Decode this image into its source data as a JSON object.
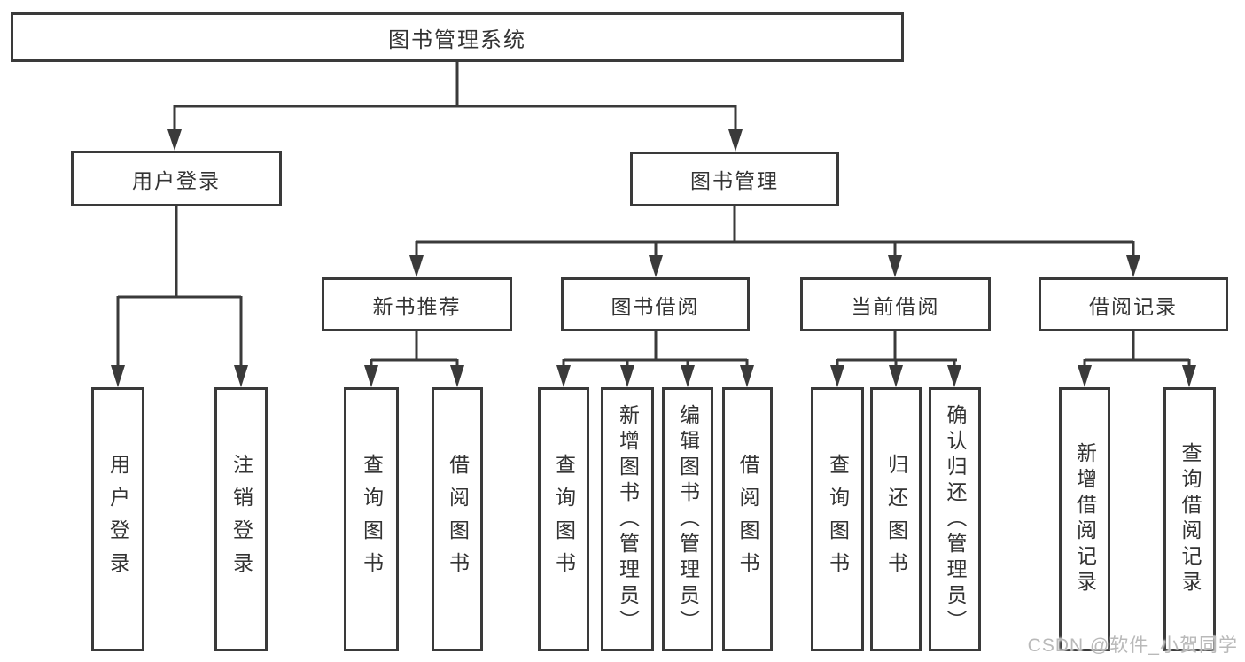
{
  "colors": {
    "line": "#3a3a3a",
    "box_border": "#3a3a3a",
    "text": "#333333",
    "watermark": "#b9b9b9",
    "background": "#ffffff"
  },
  "tree": {
    "root": "图书管理系统",
    "user_login": {
      "label": "用户登录",
      "children": [
        "用户登录",
        "注销登录"
      ]
    },
    "book_management": {
      "label": "图书管理",
      "sections": [
        {
          "label": "新书推荐",
          "children": [
            "查询图书",
            "借阅图书"
          ]
        },
        {
          "label": "图书借阅",
          "children": [
            "查询图书",
            "新增图书（管理员）",
            "编辑图书（管理员）",
            "借阅图书"
          ]
        },
        {
          "label": "当前借阅",
          "children": [
            "查询图书",
            "归还图书",
            "确认归还（管理员）"
          ]
        },
        {
          "label": "借阅记录",
          "children": [
            "新增借阅记录",
            "查询借阅记录"
          ]
        }
      ]
    }
  },
  "watermark": "CSDN @软件_小贺同学"
}
